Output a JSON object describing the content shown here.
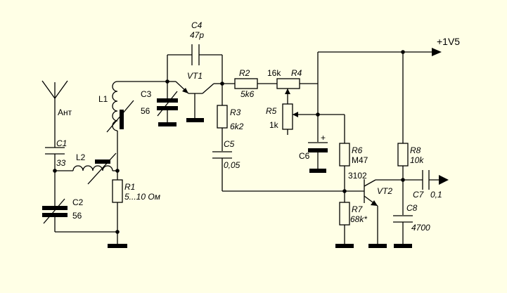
{
  "colors": {
    "background": "#ffffe6",
    "ink": "#000000"
  },
  "labels": {
    "antenna": "Ант",
    "supply": "+1V5",
    "l1": "L1",
    "l2": "L2",
    "c1": "C1",
    "c1_value": "33",
    "c2": "C2",
    "c2_value": "56",
    "c3": "C3",
    "c3_value": "56",
    "c4": "C4",
    "c4_value": "47p",
    "c5": "C5",
    "c5_value": "0,05",
    "c6": "C6",
    "c7": "C7",
    "c7_value": "0,1",
    "c8": "C8",
    "c8_value": "4700",
    "r1": "R1",
    "r1_value": "5...10 Ом",
    "r2": "R2",
    "r2_value": "5k6",
    "r3": "R3",
    "r3_value": "6k2",
    "r4": "R4",
    "r4_value": "16k",
    "r5": "R5",
    "r5_value": "1k",
    "r6": "R6",
    "r6_value": "M47",
    "r7": "R7",
    "r7_value": "68k*",
    "r8": "R8",
    "r8_value": "10k",
    "vt1": "VT1",
    "vt2": "VT2",
    "vt2_type": "3102",
    "c6_polarity": "+"
  }
}
